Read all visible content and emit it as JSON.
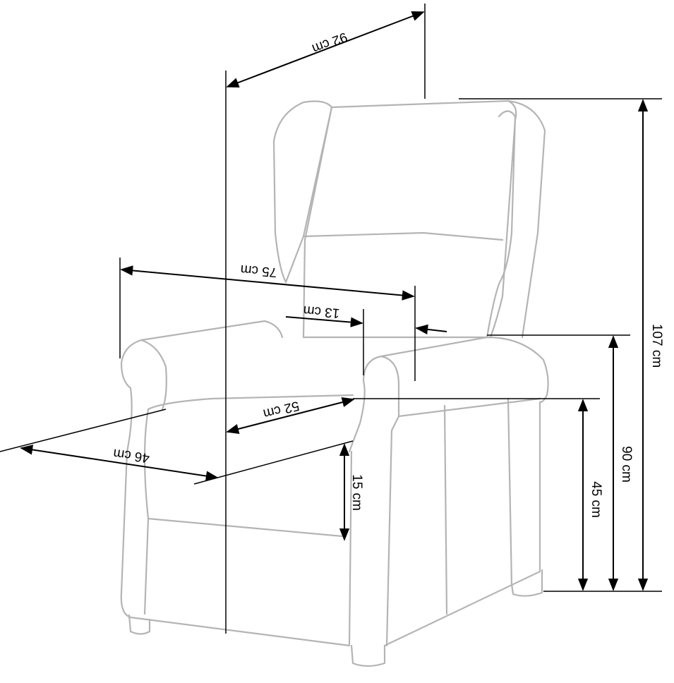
{
  "title": "Recliner chair dimensions",
  "colors": {
    "outline": "#b4b4b4",
    "dimension": "#000000"
  },
  "dimensions": {
    "width_total": "92 cm",
    "width_arms": "75 cm",
    "arm_width": "13 cm",
    "seat_width": "52 cm",
    "seat_depth": "46 cm",
    "seat_cushion_height": "15 cm",
    "seat_height": "45 cm",
    "arm_height": "90 cm",
    "total_height": "107 cm"
  }
}
